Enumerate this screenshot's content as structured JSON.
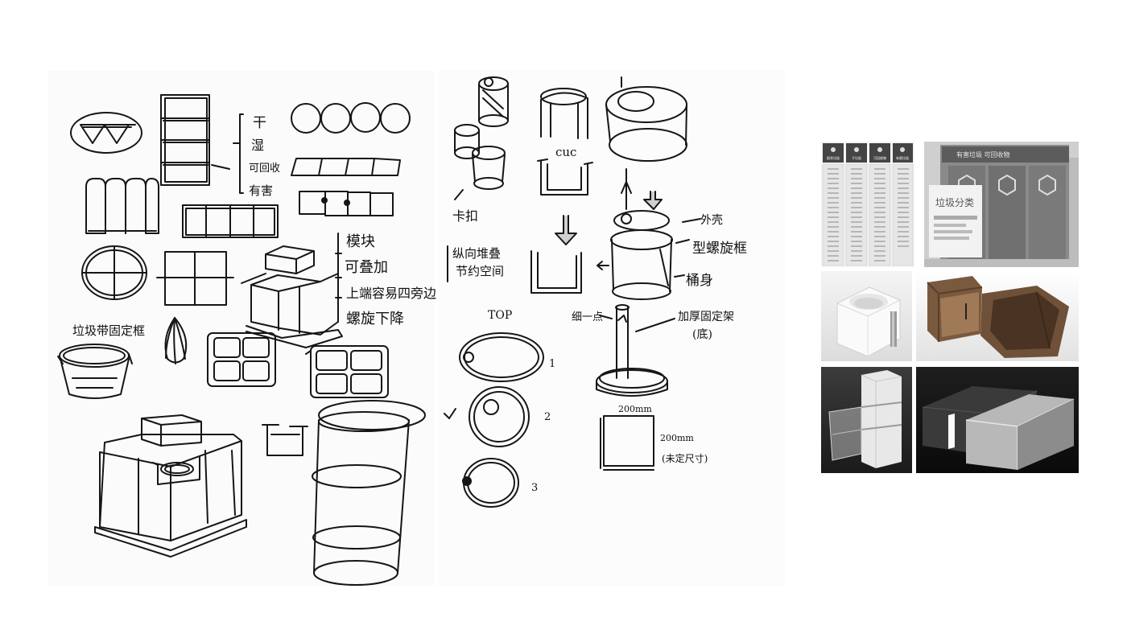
{
  "notes": {
    "bin_labels": [
      "干",
      "湿",
      "可回收",
      "有害"
    ],
    "modular_1": "模块",
    "modular_2": "可叠加",
    "modular_3": "上端容易四旁边",
    "modular_4": "螺旋下降",
    "frame_label": "垃圾带固定框",
    "vertical_space_1": "纵向堆叠",
    "vertical_space_2": "节约空间",
    "clip_label": "卡扣",
    "cuc_label": "cuc",
    "outer_label": "外壳",
    "screw_frame_label": "型螺旋框",
    "bucket_label": "桶身",
    "top_label": "TOP",
    "option_1": "1",
    "option_2": "2",
    "option_3": "3",
    "thin_label": "细一点",
    "stand_label": "加厚固定架",
    "stand_sub": "(底)",
    "dim_w": "200mm",
    "dim_h": "200mm",
    "dim_note": "(未定尺寸)"
  },
  "references": {
    "signboard": {
      "headers": [
        "厨余垃圾",
        "干垃圾",
        "可回收物",
        "有害垃圾"
      ],
      "colors": {
        "header": "#4a4a4a",
        "cell": "#eeeeee"
      }
    },
    "station_photo": {
      "sign_title": "垃圾分类",
      "banner": "有害垃圾 可回收物"
    }
  }
}
